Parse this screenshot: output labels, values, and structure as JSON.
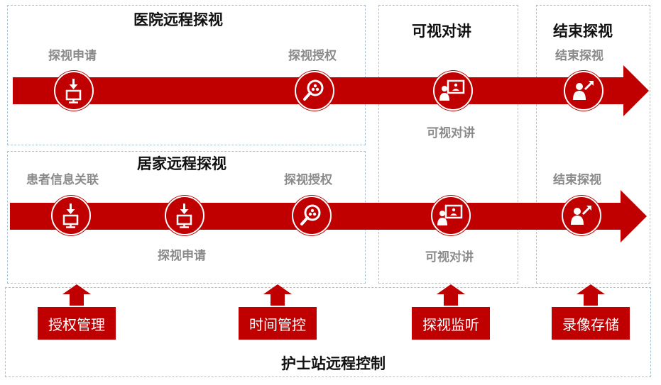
{
  "sections": {
    "hospital_title": "医院远程探视",
    "home_title": "居家远程探视",
    "video_title": "可视对讲",
    "end_title": "结束探视"
  },
  "row1": {
    "apply": "探视申请",
    "authorize": "探视授权",
    "video": "可视对讲",
    "end": "结束探视"
  },
  "row2": {
    "patient_link": "患者信息关联",
    "apply": "探视申请",
    "authorize": "探视授权",
    "video": "可视对讲",
    "end": "结束探视"
  },
  "controls": {
    "auth_mgmt": "授权管理",
    "time_ctrl": "时间管控",
    "monitor": "探视监听",
    "recording": "录像存储"
  },
  "footer": {
    "title": "护士站远程控制"
  },
  "colors": {
    "accent": "#c00000",
    "dashed_border": "#a9c3d4"
  },
  "icons": [
    "download-screen-icon",
    "search-authorize-icon",
    "video-call-icon",
    "end-visit-icon",
    "up-arrow-icon"
  ]
}
